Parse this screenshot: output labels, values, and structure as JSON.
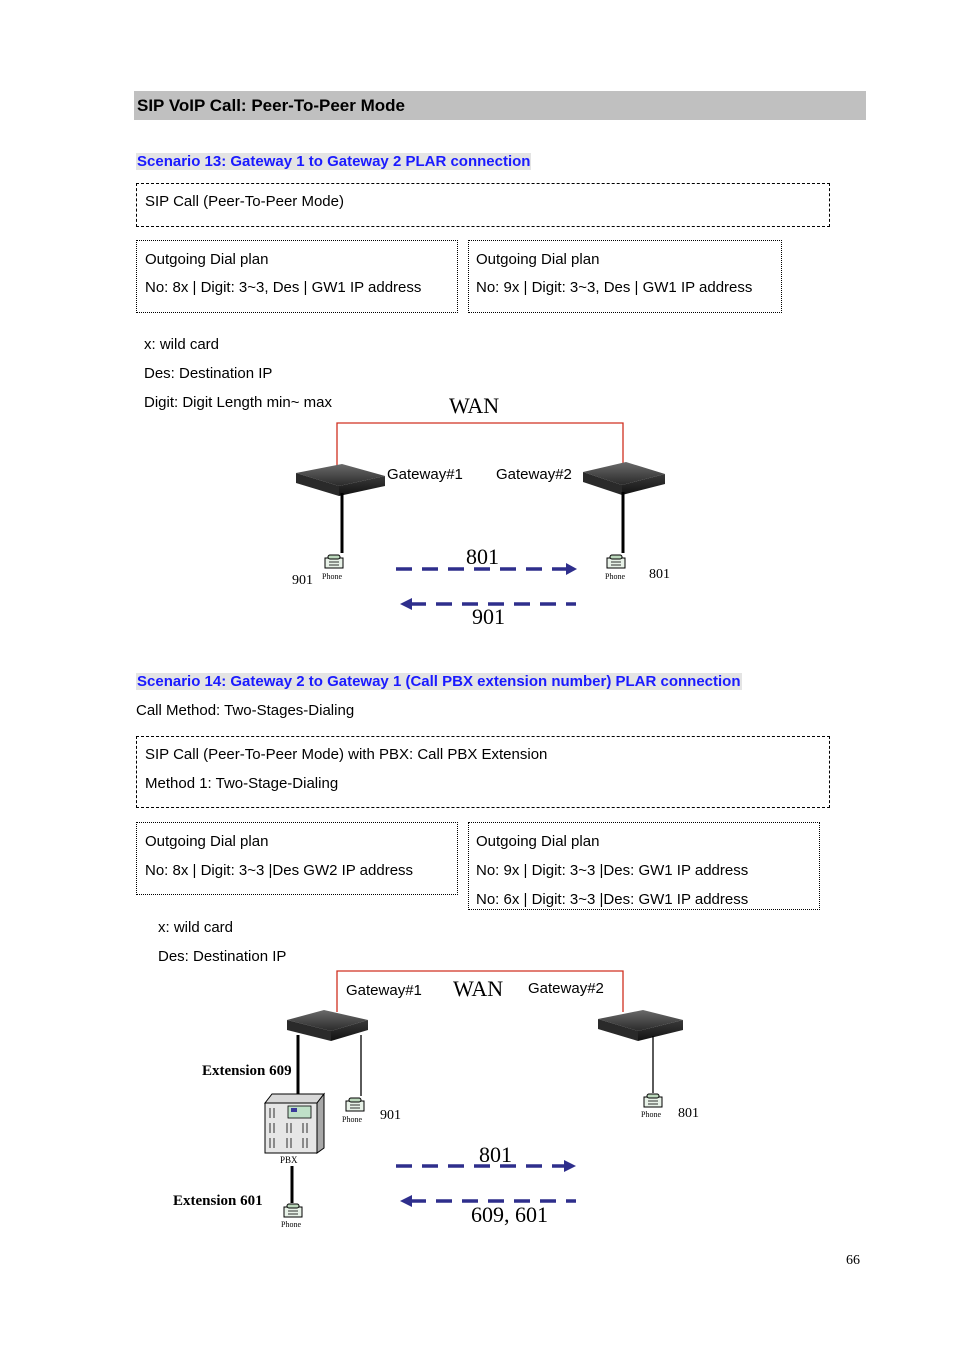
{
  "section_title": "SIP VoIP Call: Peer-To-Peer Mode",
  "scenario13": {
    "title": "Scenario 13: Gateway 1 to Gateway 2 PLAR connection",
    "sip_call": "SIP Call (Peer-To-Peer Mode)",
    "gw1_plan": {
      "header": "Outgoing Dial plan",
      "rule": "No: 8x | Digit: 3~3, Des | GW1 IP address"
    },
    "gw2_plan": {
      "header": "Outgoing Dial plan",
      "rule": "No: 9x | Digit: 3~3, Des | GW1 IP address"
    },
    "legend": [
      "x: wild card",
      "Des: Destination IP",
      "Digit: Digit Length min~ max"
    ],
    "wan": "WAN",
    "gateway1": "Gateway#1",
    "gateway2": "Gateway#2",
    "phone_left_num": "901",
    "phone_right_num": "801",
    "phone_label": "Phone",
    "arrow_right_num": "801",
    "arrow_left_num": "901"
  },
  "scenario14": {
    "title": "Scenario 14: Gateway 2 to Gateway 1 (Call PBX extension number) PLAR connection",
    "call_method": "Call Method: Two-Stages-Dialing",
    "sip_call_line1": "SIP Call (Peer-To-Peer Mode) with PBX: Call PBX Extension",
    "sip_call_line2": "Method 1: Two-Stage-Dialing",
    "gw1_plan": {
      "header": "Outgoing Dial plan",
      "rule": "No: 8x | Digit: 3~3 |Des GW2 IP address"
    },
    "gw2_plan": {
      "header": "Outgoing Dial plan",
      "rule1": "No: 9x | Digit: 3~3 |Des: GW1 IP address",
      "rule2": "No: 6x | Digit: 3~3 |Des: GW1 IP address"
    },
    "legend": [
      "x: wild card",
      "Des: Destination IP"
    ],
    "wan": "WAN",
    "gateway1": "Gateway#1",
    "gateway2": "Gateway#2",
    "ext609": "Extension 609",
    "ext601": "Extension 601",
    "pbx": "PBX",
    "phone_label": "Phone",
    "phone_gw1_num": "901",
    "phone_gw2_num": "801",
    "arrow_right_num": "801",
    "arrow_left_num": "609, 601"
  },
  "page_number": "66",
  "colors": {
    "scenario_title": "#1a1aff",
    "wan_line": "#d03020",
    "arrow": "#2e2e8c",
    "section_bg": "#c0c0c0"
  }
}
